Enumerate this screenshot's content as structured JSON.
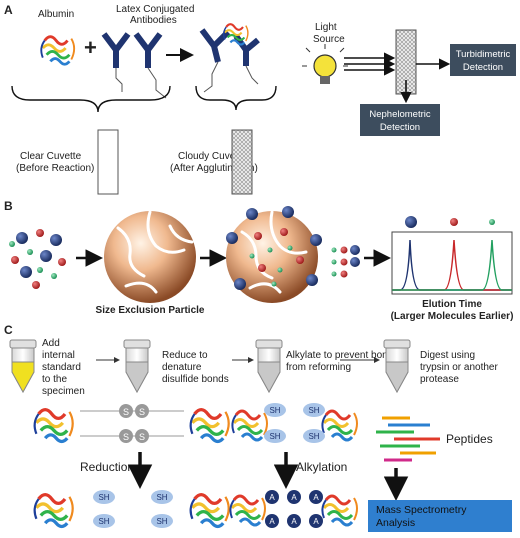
{
  "panels": {
    "a": {
      "label": "A",
      "albumin": "Albumin",
      "antibodies_line1": "Latex Conjugated",
      "antibodies_line2": "Antibodies",
      "plus": "+",
      "light_line1": "Light",
      "light_line2": "Source",
      "turbidimetric_line1": "Turbidimetric",
      "turbidimetric_line2": "Detection",
      "nephelometric_line1": "Nephelometric",
      "nephelometric_line2": "Detection",
      "clear_line1": "Clear Cuvette",
      "clear_line2": "(Before Reaction)",
      "cloudy_line1": "Cloudy Cuvette",
      "cloudy_line2": "(After Agglutination)"
    },
    "b": {
      "label": "B",
      "particle": "Size Exclusion Particle",
      "elution_line1": "Elution Time",
      "elution_line2": "(Larger Molecules Earlier)"
    },
    "c": {
      "label": "C",
      "step1": [
        "Add",
        "internal",
        "standard",
        "to the",
        "specimen"
      ],
      "step2": [
        "Reduce to",
        "denature",
        "disulfide bonds"
      ],
      "step3": [
        "Alkylate to prevent bonds",
        "from reforming"
      ],
      "step4": [
        "Digest using",
        "trypsin or another",
        "protease"
      ],
      "s": "S",
      "sh": "SH",
      "a": "A",
      "reduction": "Reduction",
      "alkylation": "Alkylation",
      "peptides": "Peptides",
      "ms_line1": "Mass Spectrometry",
      "ms_line2": "Analysis"
    }
  },
  "colors": {
    "navy": "#1f3470",
    "dark_box": "#3d4d5e",
    "ms_box": "#2f7fcf",
    "bulb": "#f4e23a",
    "yellow_liquid": "#f0e020",
    "peak_blue": "#1f3470",
    "peak_red": "#c8282a",
    "peak_green": "#22a060"
  }
}
